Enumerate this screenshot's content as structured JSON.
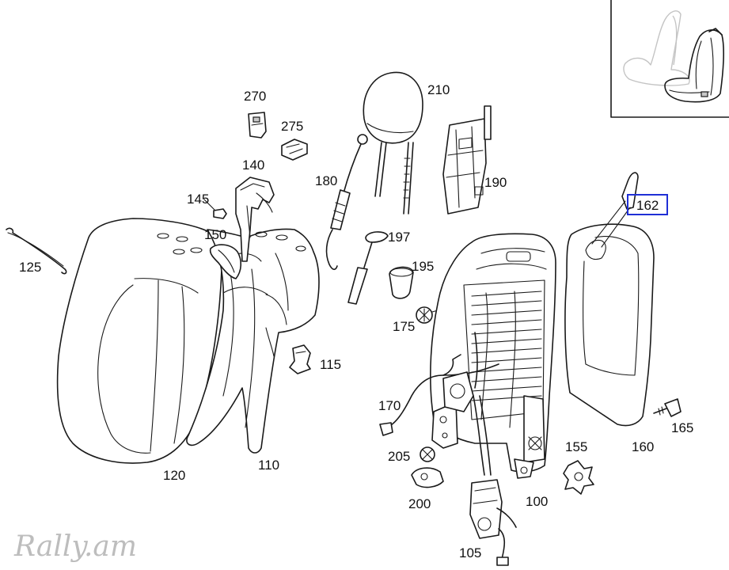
{
  "watermark": "Rally.am",
  "parts": [
    {
      "id": "p270",
      "label": "270"
    },
    {
      "id": "p275",
      "label": "275"
    },
    {
      "id": "p210",
      "label": "210"
    },
    {
      "id": "p140",
      "label": "140"
    },
    {
      "id": "p180",
      "label": "180"
    },
    {
      "id": "p190",
      "label": "190"
    },
    {
      "id": "p145",
      "label": "145"
    },
    {
      "id": "p150",
      "label": "150"
    },
    {
      "id": "p197",
      "label": "197"
    },
    {
      "id": "p162",
      "label": "162",
      "highlighted": true
    },
    {
      "id": "p125",
      "label": "125"
    },
    {
      "id": "p195",
      "label": "195"
    },
    {
      "id": "p175",
      "label": "175"
    },
    {
      "id": "p115",
      "label": "115"
    },
    {
      "id": "p170",
      "label": "170"
    },
    {
      "id": "p165",
      "label": "165"
    },
    {
      "id": "p160",
      "label": "160"
    },
    {
      "id": "p155",
      "label": "155"
    },
    {
      "id": "p205",
      "label": "205"
    },
    {
      "id": "p120",
      "label": "120"
    },
    {
      "id": "p110",
      "label": "110"
    },
    {
      "id": "p100",
      "label": "100"
    },
    {
      "id": "p200",
      "label": "200"
    },
    {
      "id": "p105",
      "label": "105"
    }
  ],
  "colors": {
    "line": "#1a1a1a",
    "highlight_box": "#1f2fd6",
    "watermark": "#bdbdbd",
    "ghost": "#c4c4c4"
  }
}
